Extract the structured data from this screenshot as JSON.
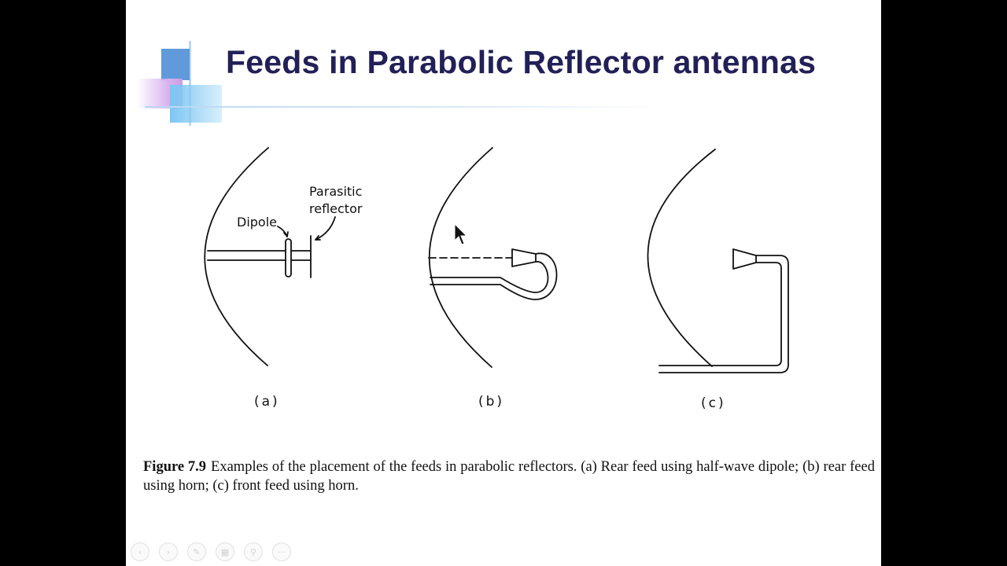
{
  "slide": {
    "title": "Feeds in Parabolic Reflector antennas"
  },
  "figure": {
    "labels": {
      "dipole": "Dipole",
      "parasitic_line1": "Parasitic",
      "parasitic_line2": "reflector",
      "a": "(a)",
      "b": "(b)",
      "c": "(c)"
    },
    "caption_label": "Figure 7.9",
    "caption_text": "Examples of the placement of the feeds in parabolic reflectors. (a) Rear feed using half-wave dipole; (b) rear feed using horn; (c) front feed using horn."
  },
  "toolbar": {
    "icons": [
      "prev-icon",
      "next-icon",
      "pen-icon",
      "slides-icon",
      "zoom-icon",
      "more-icon"
    ],
    "glyphs": [
      "‹",
      "›",
      "✎",
      "▦",
      "⚲",
      "···"
    ]
  },
  "colors": {
    "title": "#222057",
    "background": "#ffffff",
    "letterbox": "#000000"
  }
}
